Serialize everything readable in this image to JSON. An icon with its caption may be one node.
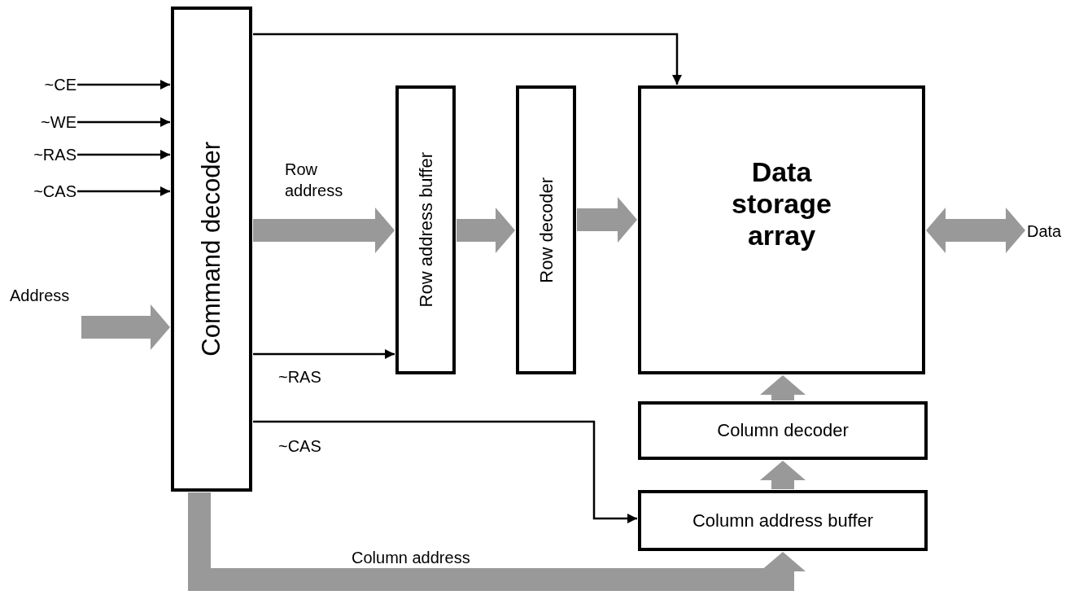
{
  "diagram": {
    "nodes": [
      {
        "text": [
          "Command decoder"
        ]
      },
      {
        "text": [
          "Row address buffer"
        ]
      },
      {
        "text": [
          "Row decoder"
        ]
      },
      {
        "text": [
          "Data storage array"
        ]
      },
      {
        "text": [
          "Column decoder"
        ]
      },
      {
        "text": [
          "Column address buffer"
        ]
      },
      {
        "text": [
          "~CE"
        ]
      },
      {
        "text": [
          "~WE"
        ]
      },
      {
        "text": [
          "~RAS"
        ]
      },
      {
        "text": [
          "~CAS"
        ]
      }
    ],
    "edges": [
      {
        "from": 6,
        "to": 0,
        "arrow": "to",
        "color": "#000000"
      },
      {
        "from": 7,
        "to": 0,
        "arrow": "to",
        "color": "#000000"
      },
      {
        "from": 8,
        "to": 0,
        "arrow": "to",
        "color": "#000000"
      },
      {
        "from": 9,
        "to": 0,
        "arrow": "to",
        "color": "#000000"
      },
      {
        "from": null,
        "to": 0,
        "arrow": "to",
        "label": "Address",
        "color": "#999999"
      },
      {
        "from": 0,
        "to": 3,
        "arrow": "to",
        "color": "#000000"
      },
      {
        "from": 0,
        "to": 1,
        "arrow": "to",
        "label": "Row address",
        "color": "#999999"
      },
      {
        "from": 0,
        "to": 1,
        "arrow": "to",
        "label": "~RAS",
        "color": "#000000"
      },
      {
        "from": 1,
        "to": 2,
        "arrow": "to",
        "color": "#999999"
      },
      {
        "from": 2,
        "to": 3,
        "arrow": "to",
        "color": "#999999"
      },
      {
        "from": 3,
        "to": null,
        "arrow": "both",
        "label": "Data",
        "color": "#999999"
      },
      {
        "from": 4,
        "to": 3,
        "arrow": "to",
        "color": "#999999"
      },
      {
        "from": 5,
        "to": 4,
        "arrow": "to",
        "color": "#999999"
      },
      {
        "from": 0,
        "to": 5,
        "arrow": "to",
        "label": "~CAS",
        "color": "#000000"
      },
      {
        "from": 0,
        "to": 5,
        "arrow": "to",
        "label": "Column address",
        "color": "#999999"
      }
    ]
  }
}
